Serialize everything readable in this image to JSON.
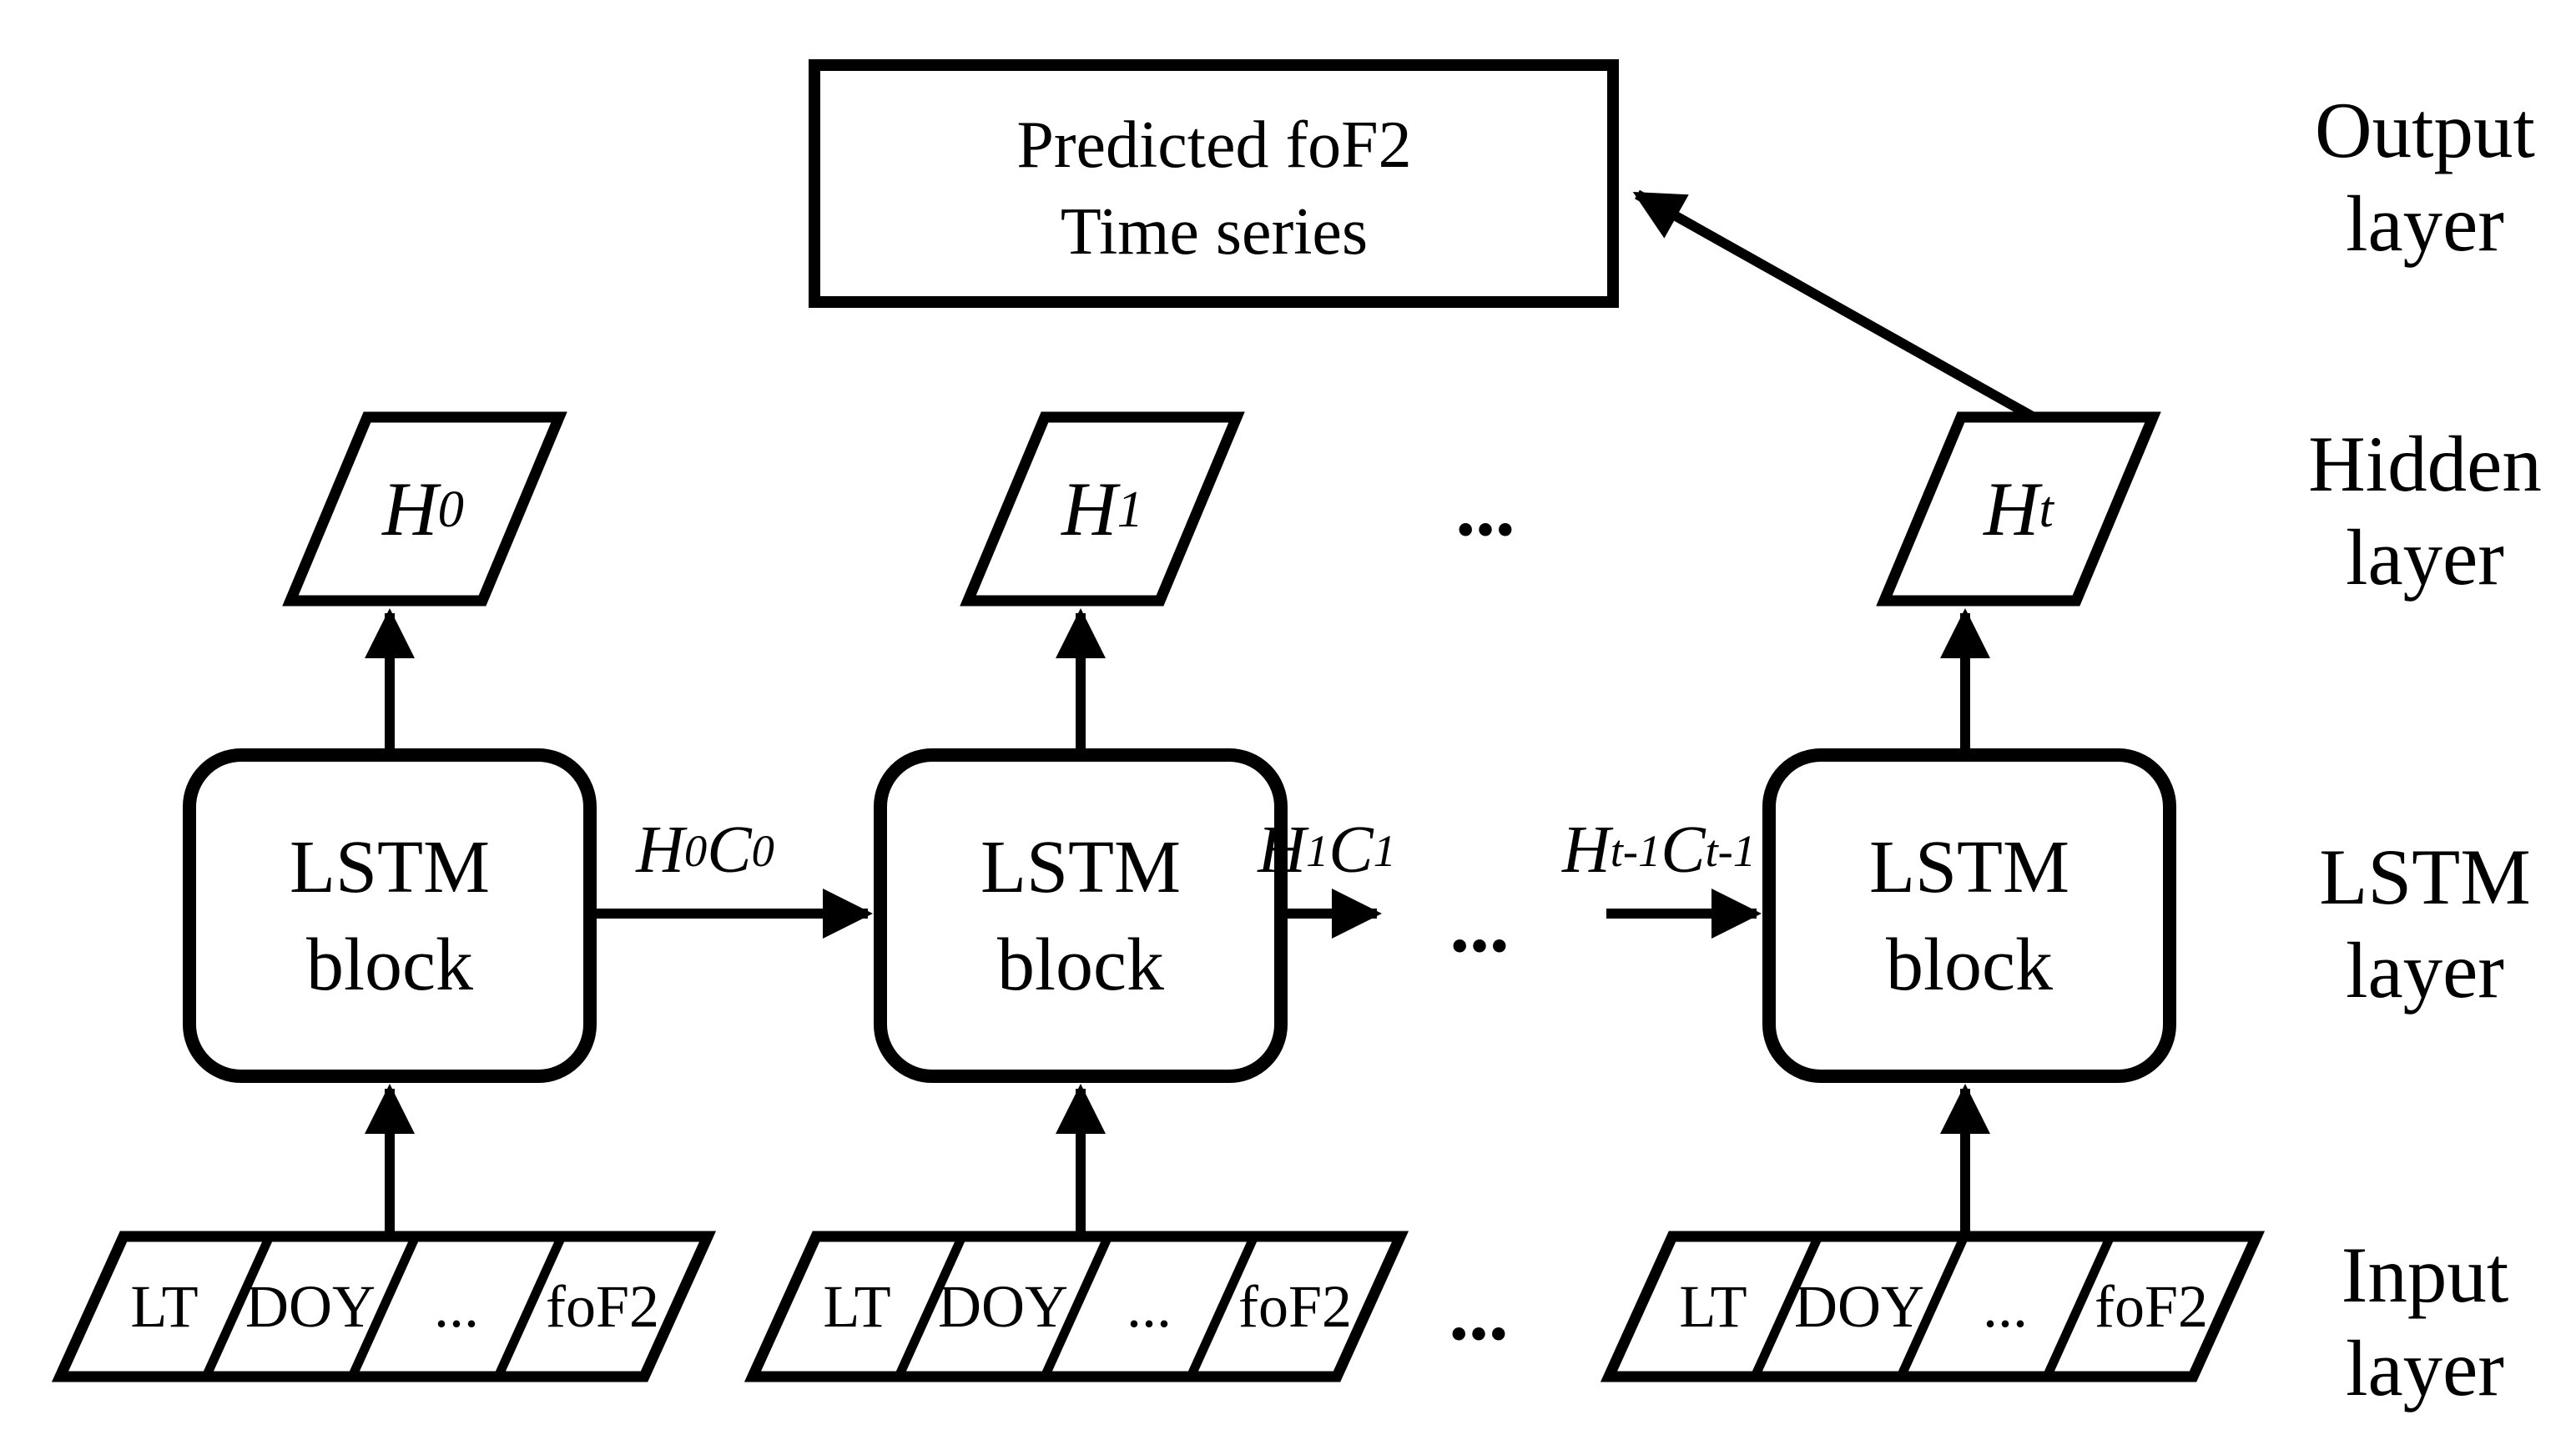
{
  "colors": {
    "ink": "#000000",
    "background": "#ffffff"
  },
  "output_box": {
    "line1": "Predicted foF2",
    "line2": "Time series"
  },
  "layer_labels": {
    "output": {
      "line1": "Output",
      "line2": "layer"
    },
    "hidden": {
      "line1": "Hidden",
      "line2": "layer"
    },
    "lstm": {
      "line1": "LSTM",
      "line2": "layer"
    },
    "input": {
      "line1": "Input",
      "line2": "layer"
    }
  },
  "hidden_units": [
    {
      "base": "H",
      "sub": "0"
    },
    {
      "base": "H",
      "sub": "1"
    },
    {
      "base": "H",
      "sub": "t"
    }
  ],
  "lstm_blocks": [
    {
      "line1": "LSTM",
      "line2": "block"
    },
    {
      "line1": "LSTM",
      "line2": "block"
    },
    {
      "line1": "LSTM",
      "line2": "block"
    }
  ],
  "state_labels": [
    {
      "h": "H",
      "h_sub": "0",
      "c": "C",
      "c_sub": "0"
    },
    {
      "h": "H",
      "h_sub": "1",
      "c": "C",
      "c_sub": "1"
    },
    {
      "h": "H",
      "h_sub": "t-1",
      "c": "C",
      "c_sub": "t-1"
    }
  ],
  "ellipses": {
    "hidden_row": "...",
    "lstm_row": "...",
    "input_row": "..."
  },
  "input_groups": [
    {
      "cells": [
        "LT",
        "DOY",
        "...",
        "foF2"
      ]
    },
    {
      "cells": [
        "LT",
        "DOY",
        "...",
        "foF2"
      ]
    },
    {
      "cells": [
        "LT",
        "DOY",
        "...",
        "foF2"
      ]
    }
  ]
}
